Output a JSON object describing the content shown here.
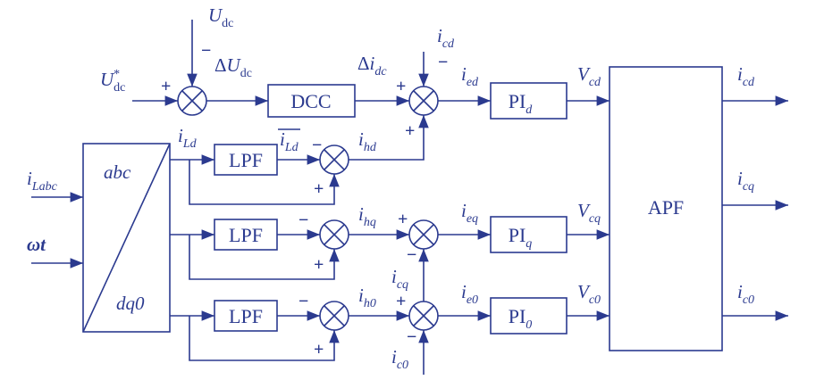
{
  "blocks": {
    "dcc": "DCC",
    "lpf": "LPF",
    "pi_main": "PI",
    "pi_d_sub": "d",
    "pi_q_sub": "q",
    "pi_0_sub": "0",
    "apf": "APF",
    "transform_top": "abc",
    "transform_bottom": "dq0"
  },
  "labels": {
    "U": "U",
    "dc": "dc",
    "star": "*",
    "delta": "Δ",
    "i": "i",
    "V": "V",
    "omega_t": "ωt",
    "Labc": "Labc",
    "cd": "cd",
    "cq": "cq",
    "c0": "c0",
    "ed": "ed",
    "eq": "eq",
    "e0": "e0",
    "hd": "hd",
    "hq": "hq",
    "h0": "h0",
    "Ld": "Ld"
  },
  "signs": {
    "plus": "+",
    "minus": "−"
  },
  "colors": {
    "ink": "#2b3a8f",
    "background": "#ffffff"
  }
}
